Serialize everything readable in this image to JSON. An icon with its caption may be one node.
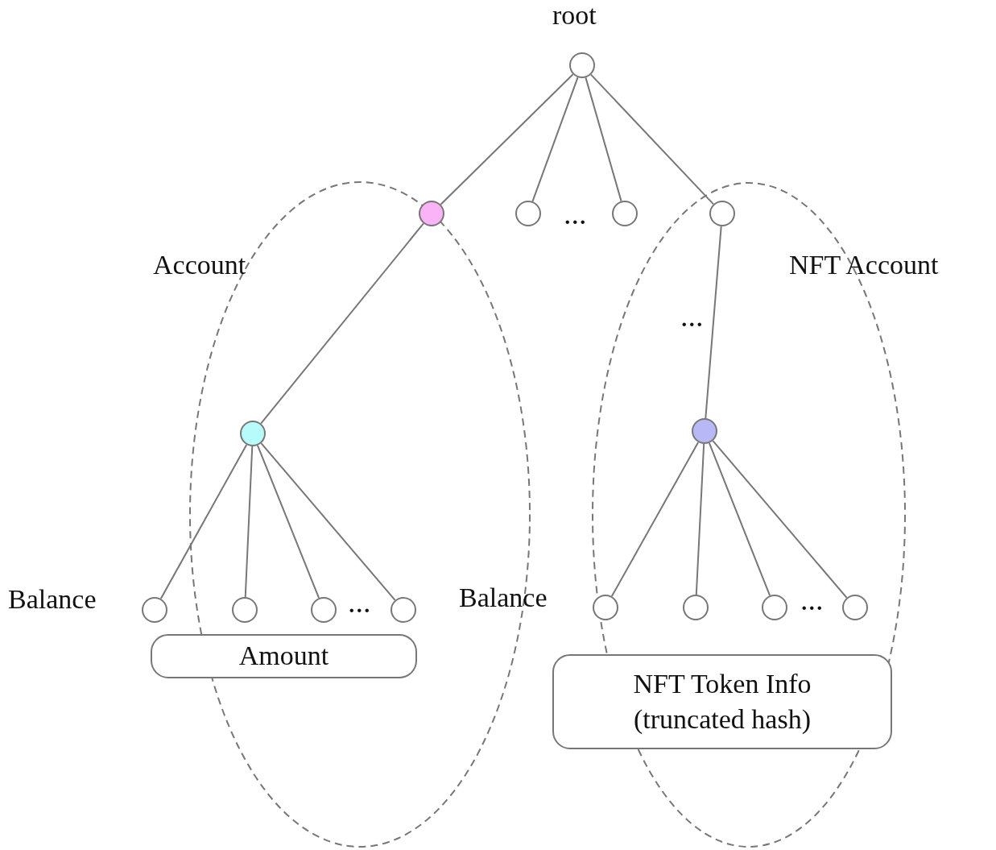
{
  "diagram": {
    "nodes": [
      {
        "text": [],
        "shape": "circle",
        "beside": [
          "root"
        ]
      },
      {
        "text": [
          "Account"
        ]
      },
      {
        "text": [],
        "shape": "circle"
      },
      {
        "text": [],
        "shape": "circle"
      },
      {
        "text": [],
        "shape": "circle"
      },
      {
        "text": [
          "NFT Account"
        ]
      },
      {
        "text": [],
        "shape": "circle",
        "in": 5
      },
      {
        "text": [],
        "shape": "circle",
        "in": 1
      },
      {
        "text": [],
        "shape": "circle",
        "in": 5
      },
      {
        "text": [],
        "shape": "circle",
        "beside": [
          "Balance"
        ]
      },
      {
        "text": [],
        "shape": "circle",
        "in": 1
      },
      {
        "text": [],
        "shape": "circle",
        "in": 1
      },
      {
        "text": [],
        "shape": "circle",
        "in": 1
      },
      {
        "text": [],
        "shape": "circle",
        "beside": [
          "Balance"
        ],
        "in": 5
      },
      {
        "text": [],
        "shape": "circle",
        "in": 5
      },
      {
        "text": [],
        "shape": "circle",
        "in": 5
      },
      {
        "text": [],
        "shape": "circle",
        "in": 5
      },
      {
        "text": [
          "Amount"
        ]
      },
      {
        "text": [
          "NFT Token Info (truncated hash)"
        ]
      }
    ],
    "edges": [
      {
        "from": 0,
        "to": 2,
        "arrow": "none"
      },
      {
        "from": 0,
        "to": 3,
        "arrow": "none"
      },
      {
        "from": 0,
        "to": 4,
        "arrow": "none"
      },
      {
        "from": 0,
        "to": 6,
        "arrow": "none"
      },
      {
        "from": 2,
        "to": 7,
        "arrow": "none"
      },
      {
        "from": 6,
        "to": 8,
        "arrow": "none"
      },
      {
        "from": 7,
        "to": 9,
        "arrow": "none"
      },
      {
        "from": 7,
        "to": 10,
        "arrow": "none"
      },
      {
        "from": 7,
        "to": 11,
        "arrow": "none"
      },
      {
        "from": 7,
        "to": 12,
        "arrow": "none"
      },
      {
        "from": 8,
        "to": 13,
        "arrow": "none"
      },
      {
        "from": 8,
        "to": 14,
        "arrow": "none"
      },
      {
        "from": 8,
        "to": 15,
        "arrow": "none"
      },
      {
        "from": 8,
        "to": 16,
        "arrow": "none"
      }
    ],
    "labels": [
      "...",
      "...",
      "...",
      "..."
    ]
  }
}
